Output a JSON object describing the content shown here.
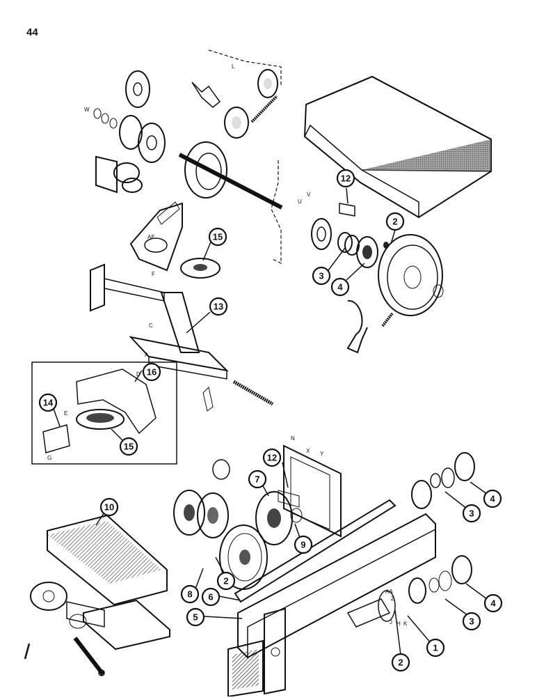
{
  "page": {
    "number": "44"
  },
  "callouts": [
    "1",
    "2",
    "3",
    "4",
    "5",
    "6",
    "7",
    "8",
    "9",
    "10",
    "12",
    "13",
    "14",
    "15",
    "16"
  ],
  "letters": [
    "W",
    "L",
    "U",
    "V",
    "AE",
    "F",
    "C",
    "A",
    "D",
    "E",
    "G",
    "N",
    "X",
    "Y",
    "Z",
    "AA",
    "J",
    "H",
    "K"
  ]
}
